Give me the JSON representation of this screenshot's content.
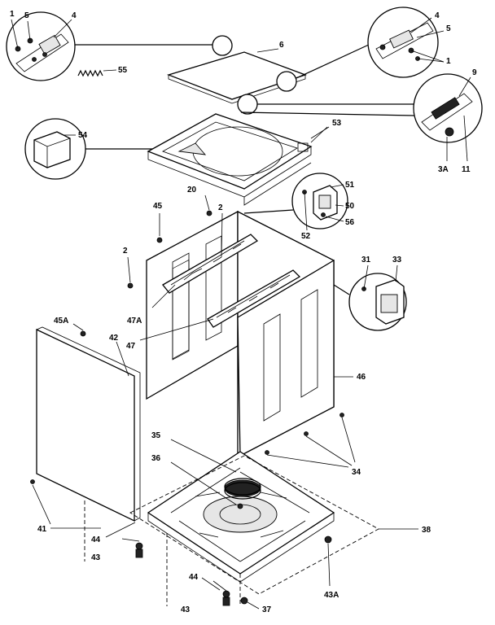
{
  "callouts": [
    {
      "id": "c1",
      "text": "1"
    },
    {
      "id": "c5a",
      "text": "5"
    },
    {
      "id": "c4a",
      "text": "4"
    },
    {
      "id": "c55",
      "text": "55"
    },
    {
      "id": "c6",
      "text": "6"
    },
    {
      "id": "c4b",
      "text": "4"
    },
    {
      "id": "c5b",
      "text": "5"
    },
    {
      "id": "c1b",
      "text": "1"
    },
    {
      "id": "c9",
      "text": "9"
    },
    {
      "id": "c3A",
      "text": "3A"
    },
    {
      "id": "c11",
      "text": "11"
    },
    {
      "id": "c54",
      "text": "54"
    },
    {
      "id": "c53",
      "text": "53"
    },
    {
      "id": "c51",
      "text": "51"
    },
    {
      "id": "c50",
      "text": "50"
    },
    {
      "id": "c56",
      "text": "56"
    },
    {
      "id": "c52",
      "text": "52"
    },
    {
      "id": "c20",
      "text": "20"
    },
    {
      "id": "c45",
      "text": "45"
    },
    {
      "id": "c2a",
      "text": "2"
    },
    {
      "id": "c2b",
      "text": "2"
    },
    {
      "id": "c31",
      "text": "31"
    },
    {
      "id": "c33",
      "text": "33"
    },
    {
      "id": "c47A",
      "text": "47A"
    },
    {
      "id": "c45A",
      "text": "45A"
    },
    {
      "id": "c42",
      "text": "42"
    },
    {
      "id": "c47",
      "text": "47"
    },
    {
      "id": "c46",
      "text": "46"
    },
    {
      "id": "c35",
      "text": "35"
    },
    {
      "id": "c36",
      "text": "36"
    },
    {
      "id": "c34",
      "text": "34"
    },
    {
      "id": "c41",
      "text": "41"
    },
    {
      "id": "c38",
      "text": "38"
    },
    {
      "id": "c44a",
      "text": "44"
    },
    {
      "id": "c43a",
      "text": "43"
    },
    {
      "id": "c44b",
      "text": "44"
    },
    {
      "id": "c43b",
      "text": "43"
    },
    {
      "id": "c37",
      "text": "37"
    },
    {
      "id": "c43A",
      "text": "43A"
    }
  ]
}
